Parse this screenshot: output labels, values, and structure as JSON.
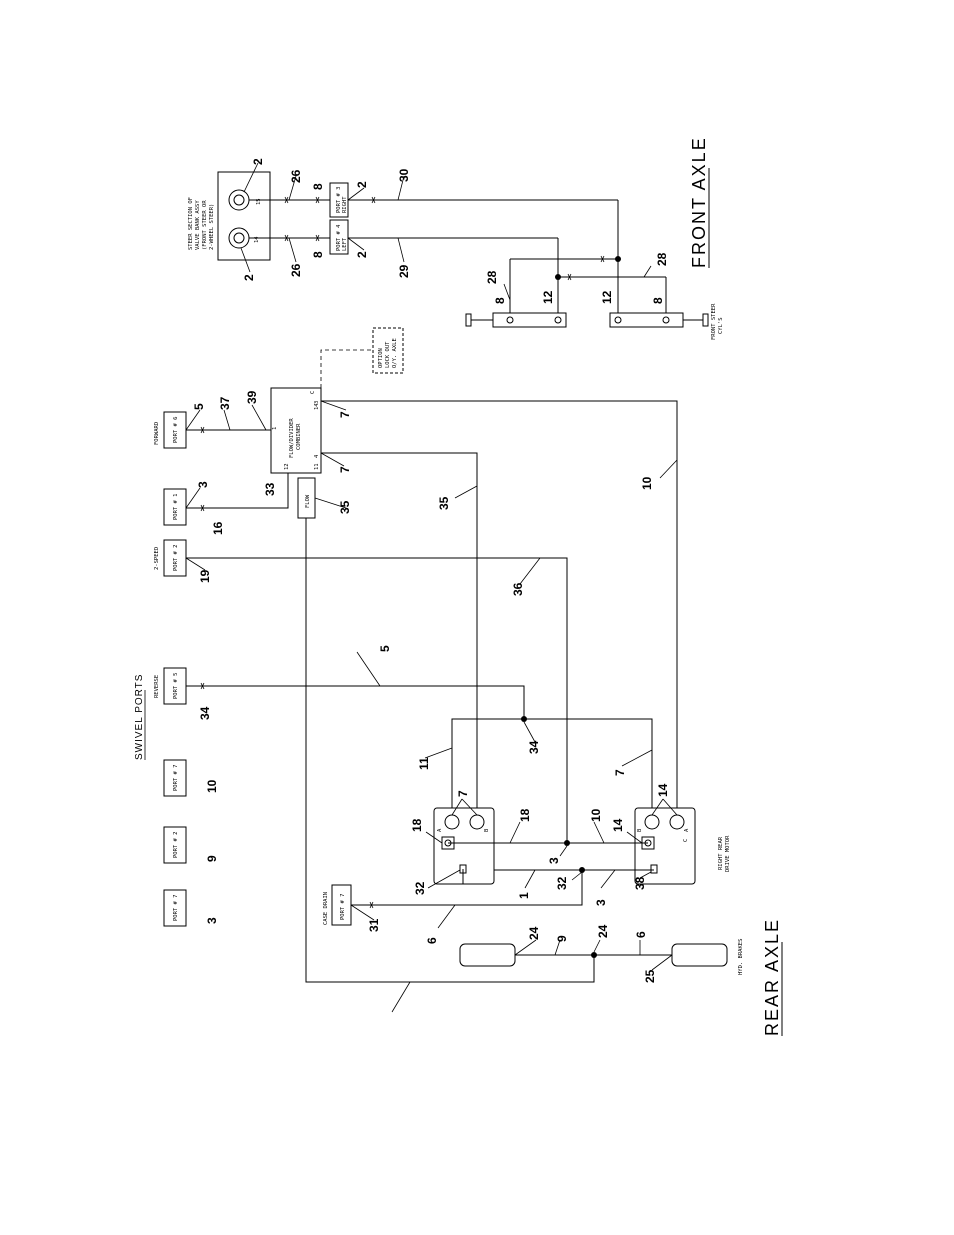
{
  "titles": {
    "front_axle": "FRONT AXLE",
    "rear_axle": "REAR AXLE",
    "swivel_ports": "SWIVEL PORTS"
  },
  "labels": {
    "steer_section": [
      "STEER SECTION OF",
      "VALVE BANK ASSY",
      "(FRONT STEER OR",
      "2-WHEEL STEER)"
    ],
    "front_steer_cyls": [
      "FRONT STEER",
      "CYL'S"
    ],
    "option_box": [
      "OPTION",
      "LOCK OUT",
      "O/Y. AXLE"
    ],
    "flow_divider": [
      "FLOW/DIVIDER",
      "COMBINER"
    ],
    "flow": "FLOW",
    "right_rear_motor": [
      "RIGHT REAR",
      "DRIVE MOTOR"
    ],
    "hyd_brakes": "HYD. BRAKES",
    "case_drain": "CASE DRAIN",
    "forward": "FORWARD",
    "two_speed": "2-SPEED",
    "reverse": "REVERSE",
    "port_3_right": [
      "PORT # 3",
      "RIGHT"
    ],
    "port_4_left": [
      "PORT # 4",
      "LEFT"
    ],
    "port_6": "PORT # 6",
    "port_1": "PORT # 1",
    "port_2": "PORT # 2",
    "port_5": "PORT # 5",
    "port_7a": "PORT # 7",
    "port_2b": "PORT # 2",
    "port_7b": "PORT # 7",
    "port_7_case": "PORT # 7",
    "valve_15": "15",
    "valve_14": "14",
    "fd_c": "C",
    "fd_14": "14",
    "fd_3": "3",
    "fd_1": "1",
    "fd_4": "4",
    "fd_12": "12",
    "fd_11": "11",
    "m_a": "A",
    "m_b": "B",
    "m_c": "C"
  },
  "callouts": [
    "2",
    "2",
    "26",
    "26",
    "8",
    "8",
    "2",
    "2",
    "30",
    "29",
    "28",
    "28",
    "8",
    "12",
    "12",
    "8",
    "5",
    "37",
    "39",
    "7",
    "7",
    "3",
    "33",
    "16",
    "35",
    "35",
    "10",
    "19",
    "36",
    "5",
    "34",
    "11",
    "34",
    "7",
    "7",
    "14",
    "10",
    "18",
    "18",
    "10",
    "14",
    "9",
    "3",
    "32",
    "1",
    "32",
    "3",
    "38",
    "3",
    "31",
    "6",
    "24",
    "9",
    "24",
    "6",
    "25"
  ]
}
